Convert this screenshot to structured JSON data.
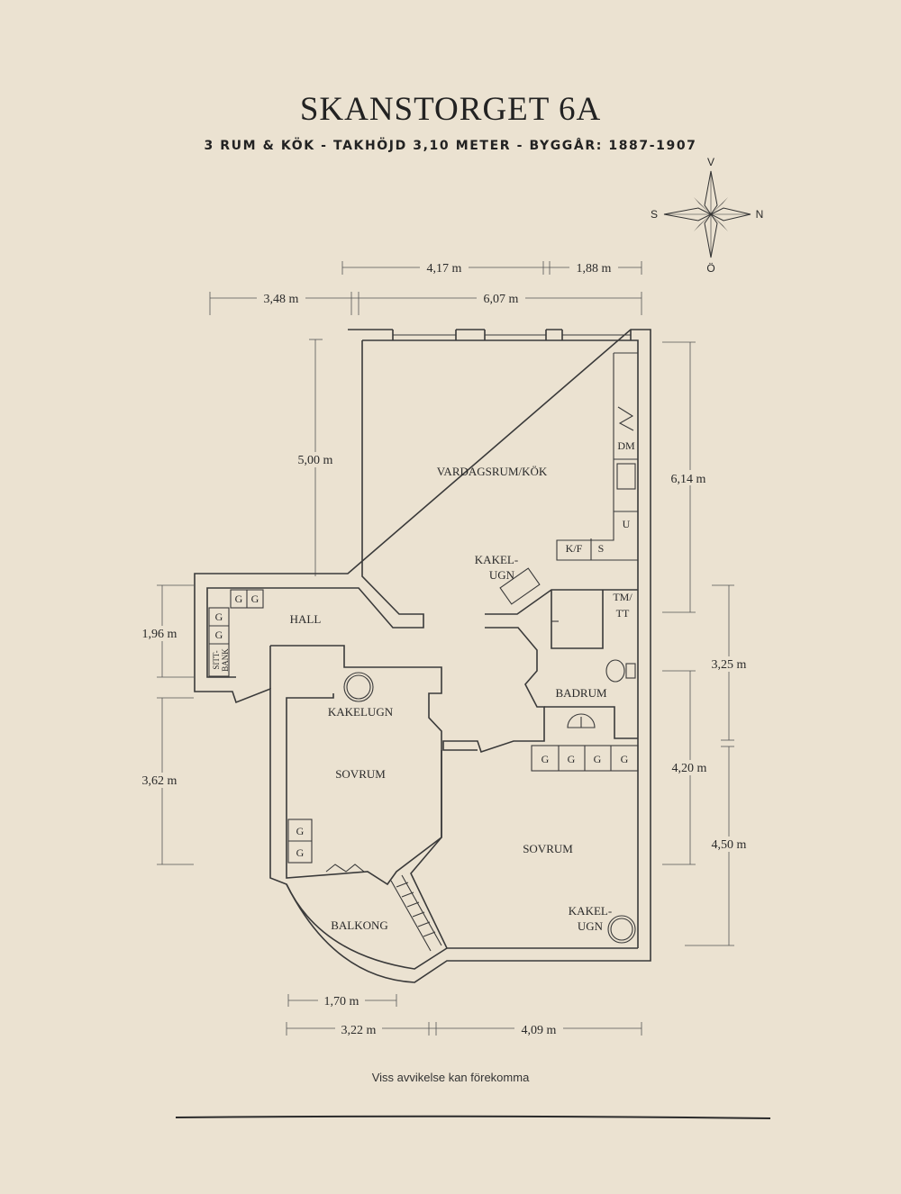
{
  "title": "SKANSTORGET 6A",
  "subtitle": "3 RUM & KÖK  -  TAKHÖJD 3,10 METER  -  BYGGÅR: 1887-1907",
  "compass": {
    "north": "N",
    "south": "S",
    "west": "V",
    "east": "Ö"
  },
  "rooms": {
    "living": "VARDAGSRUM/KÖK",
    "hall": "HALL",
    "bedroom1": "SOVRUM",
    "bedroom2": "SOVRUM",
    "bathroom": "BADRUM",
    "balcony": "BALKONG",
    "stove1_a": "KAKEL-",
    "stove1_b": "UGN",
    "stove2": "KAKELUGN",
    "stove3_a": "KAKEL-",
    "stove3_b": "UGN"
  },
  "fixtures": {
    "dm": "DM",
    "u": "U",
    "kf": "K/F",
    "s": "S",
    "tm_a": "TM/",
    "tm_b": "TT",
    "g": "G",
    "sittbank_a": "SITT-",
    "sittbank_b": "BANK"
  },
  "dimensions": {
    "top_a": "4,17 m",
    "top_b": "1,88 m",
    "top_left": "3,48 m",
    "top_right": "6,07 m",
    "left_living": "5,00 m",
    "right_living": "6,14 m",
    "left_hall": "1,96 m",
    "right_bath": "3,25 m",
    "left_bed": "3,62 m",
    "right_bed_a": "4,20 m",
    "right_bed_b": "4,50 m",
    "bottom_balcony": "1,70 m",
    "bottom_left": "3,22 m",
    "bottom_right": "4,09 m"
  },
  "note": "Viss avvikelse kan förekomma"
}
